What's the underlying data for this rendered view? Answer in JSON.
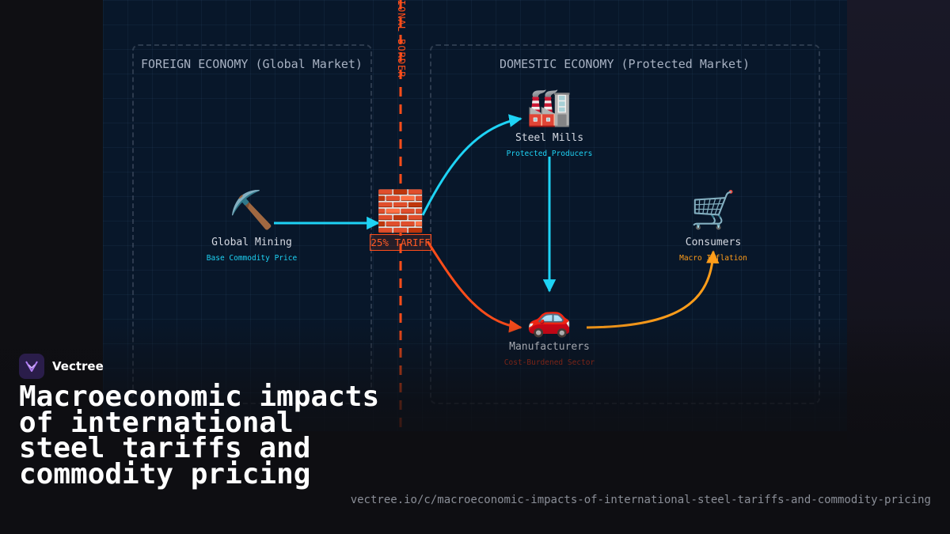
{
  "diagram": {
    "border_label": "INTERNATIONAL BORDER",
    "regions": {
      "foreign": {
        "title": "FOREIGN ECONOMY (Global Market)"
      },
      "domestic": {
        "title": "DOMESTIC ECONOMY (Protected Market)"
      }
    },
    "nodes": {
      "mining": {
        "icon": "pickaxe-icon",
        "glyph": "⛏️",
        "label": "Global Mining",
        "sub": "Base Commodity Price"
      },
      "tariff": {
        "icon": "brick-wall-icon",
        "glyph": "🧱",
        "label": "25% TARIFF"
      },
      "steel_mills": {
        "icon": "factory-icon",
        "glyph": "🏭",
        "label": "Steel Mills",
        "sub": "Protected Producers"
      },
      "manufacturers": {
        "icon": "car-icon",
        "glyph": "🚗",
        "label": "Manufacturers",
        "sub": "Cost-Burdened Sector"
      },
      "consumers": {
        "icon": "shopping-cart-icon",
        "glyph": "🛒",
        "label": "Consumers",
        "sub": "Macro Inflation"
      }
    },
    "colors": {
      "cyan": "#1ed3f5",
      "tariff_red": "#ff4d1a",
      "orange": "#ff9d1a",
      "dark_red": "#c0321a"
    }
  },
  "brand": {
    "name": "Vectree",
    "logo_icon": "vectree-logo-icon"
  },
  "headline": "Macroeconomic impacts of international steel tariffs and commodity pricing",
  "url": "vectree.io/c/macroeconomic-impacts-of-international-steel-tariffs-and-commodity-pricing"
}
